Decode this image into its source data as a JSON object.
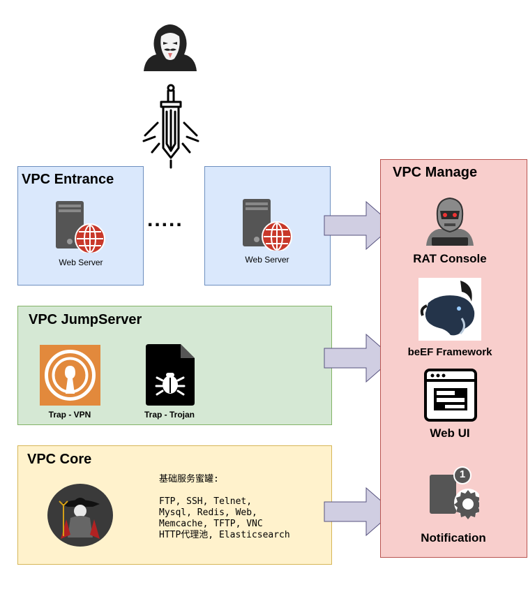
{
  "colors": {
    "entrance_fill": "#dae8fc",
    "entrance_border": "#6c8ebf",
    "jump_fill": "#d5e8d4",
    "jump_border": "#82b366",
    "core_fill": "#fff2cc",
    "core_border": "#d6b656",
    "manage_fill": "#f8cecc",
    "manage_border": "#b85450",
    "arrow_fill": "#d0cee2",
    "arrow_border": "#56517e",
    "vpn_orange": "#e2893c"
  },
  "icons": {
    "attacker": "anonymous-hacker-icon",
    "sword": "sword-icon",
    "server": "web-server-icon",
    "vpn": "openvpn-icon",
    "trojan": "bug-file-icon",
    "core": "jester-mascot-icon",
    "rat": "robot-hacker-icon",
    "beef": "beef-bull-icon",
    "webui": "browser-window-icon",
    "notification": "notification-gear-icon"
  },
  "entrance": {
    "title": "VPC Entrance",
    "server1_label": "Web Server",
    "dots": ".....",
    "server2_label": "Web Server"
  },
  "jumpserver": {
    "title": "VPC JumpServer",
    "vpn_label": "Trap - VPN",
    "trojan_label": "Trap - Trojan"
  },
  "core": {
    "title": "VPC Core",
    "services_heading": "基础服务蜜罐:",
    "services_lines": [
      "FTP, SSH, Telnet,",
      "Mysql, Redis, Web,",
      "Memcache, TFTP, VNC",
      "HTTP代理池, Elasticsearch"
    ]
  },
  "manage": {
    "title": "VPC Manage",
    "items": [
      {
        "label": "RAT Console"
      },
      {
        "label": "beEF Framework"
      },
      {
        "label": "Web UI"
      },
      {
        "label": "Notification",
        "badge": "1"
      }
    ]
  }
}
